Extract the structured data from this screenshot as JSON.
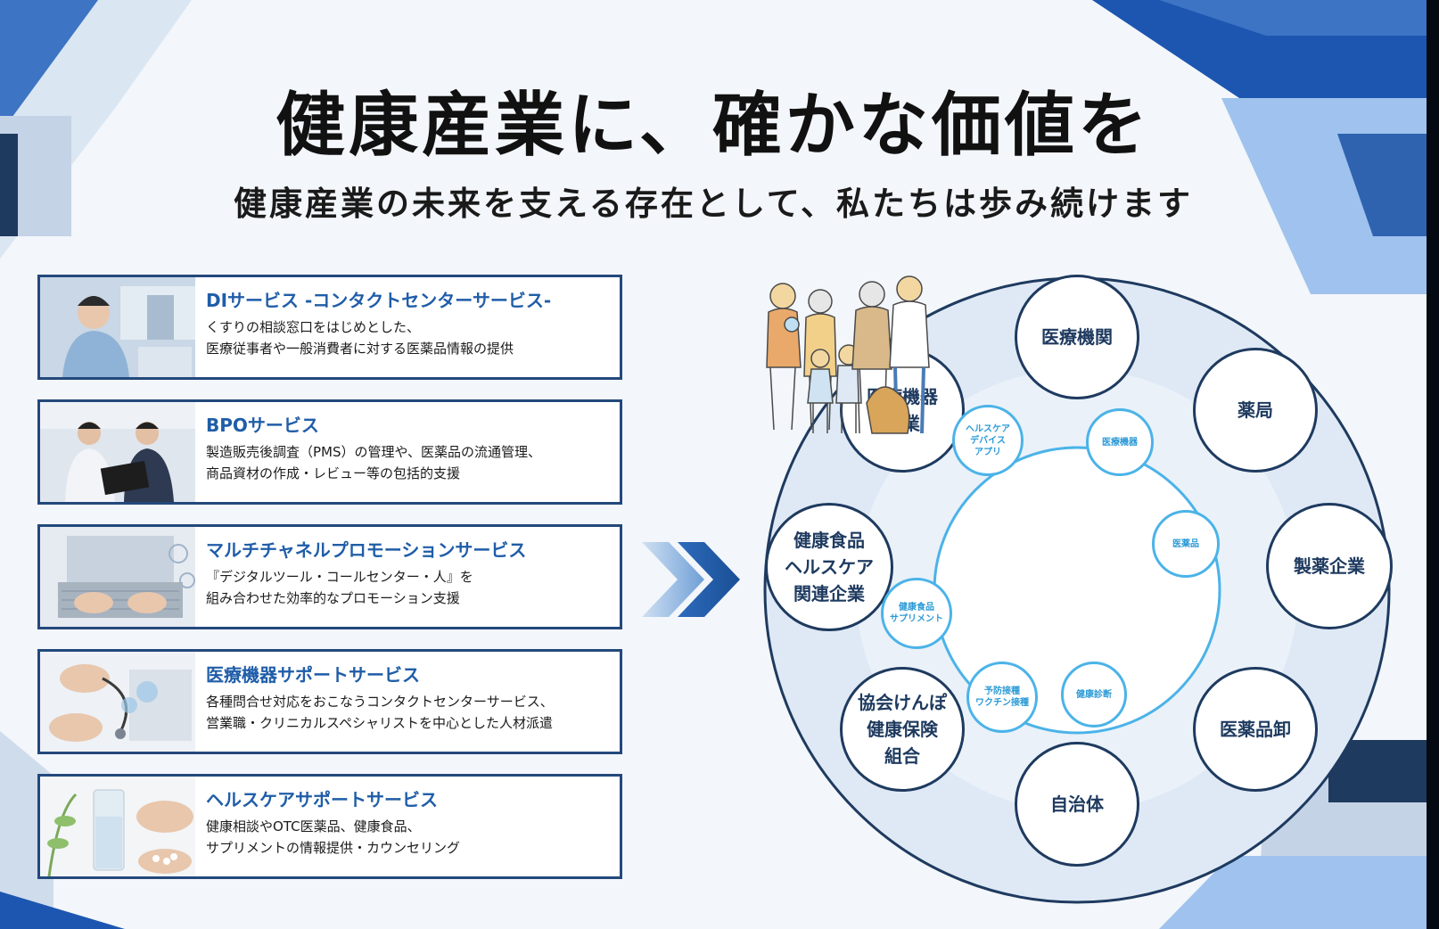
{
  "header": {
    "title": "健康産業に、確かな価値を",
    "subtitle": "健康産業の未来を支える存在として、私たちは歩み続けます"
  },
  "services": [
    {
      "title": "DIサービス -コンタクトセンターサービス-",
      "desc": "くすりの相談窓口をはじめとした、\n医療従事者や一般消費者に対する医薬品情報の提供",
      "photo": "contact-center-photo"
    },
    {
      "title": "BPOサービス",
      "desc": "製造販売後調査（PMS）の管理や、医薬品の流通管理、\n商品資材の作成・レビュー等の包括的支援",
      "photo": "business-meeting-photo"
    },
    {
      "title": "マルチチャネルプロモーションサービス",
      "desc": "『デジタルツール・コールセンター・人』を\n組み合わせた効率的なプロモーション支援",
      "photo": "laptop-typing-photo"
    },
    {
      "title": "医療機器サポートサービス",
      "desc": "各種問合せ対応をおこなうコンタクトセンターサービス、\n営業職・クリニカルスペシャリストを中心とした人材派遣",
      "photo": "medical-device-photo"
    },
    {
      "title": "ヘルスケアサポートサービス",
      "desc": "健康相談やOTC医薬品、健康食品、\nサプリメントの情報提供・カウンセリング",
      "photo": "pills-water-photo"
    }
  ],
  "diagram": {
    "outer_nodes": [
      "医療機関",
      "薬局",
      "製薬企業",
      "医薬品卸",
      "自治体",
      "協会けんぽ\n健康保険\n組合",
      "健康食品\nヘルスケア\n関連企業",
      "医療機器\n企業"
    ],
    "inner_nodes": [
      "ヘルスケア\nデバイス\nアプリ",
      "医療機器",
      "医薬品",
      "健康診断",
      "予防接種\nワクチン接種",
      "健康食品\nサプリメント"
    ],
    "center_image": "family-illustration",
    "colors": {
      "outer_stroke": "#1e3a5f",
      "inner_stroke": "#4bb3e8",
      "ring_fill": "#dfe9f5",
      "accent": "#1f5da8"
    }
  }
}
